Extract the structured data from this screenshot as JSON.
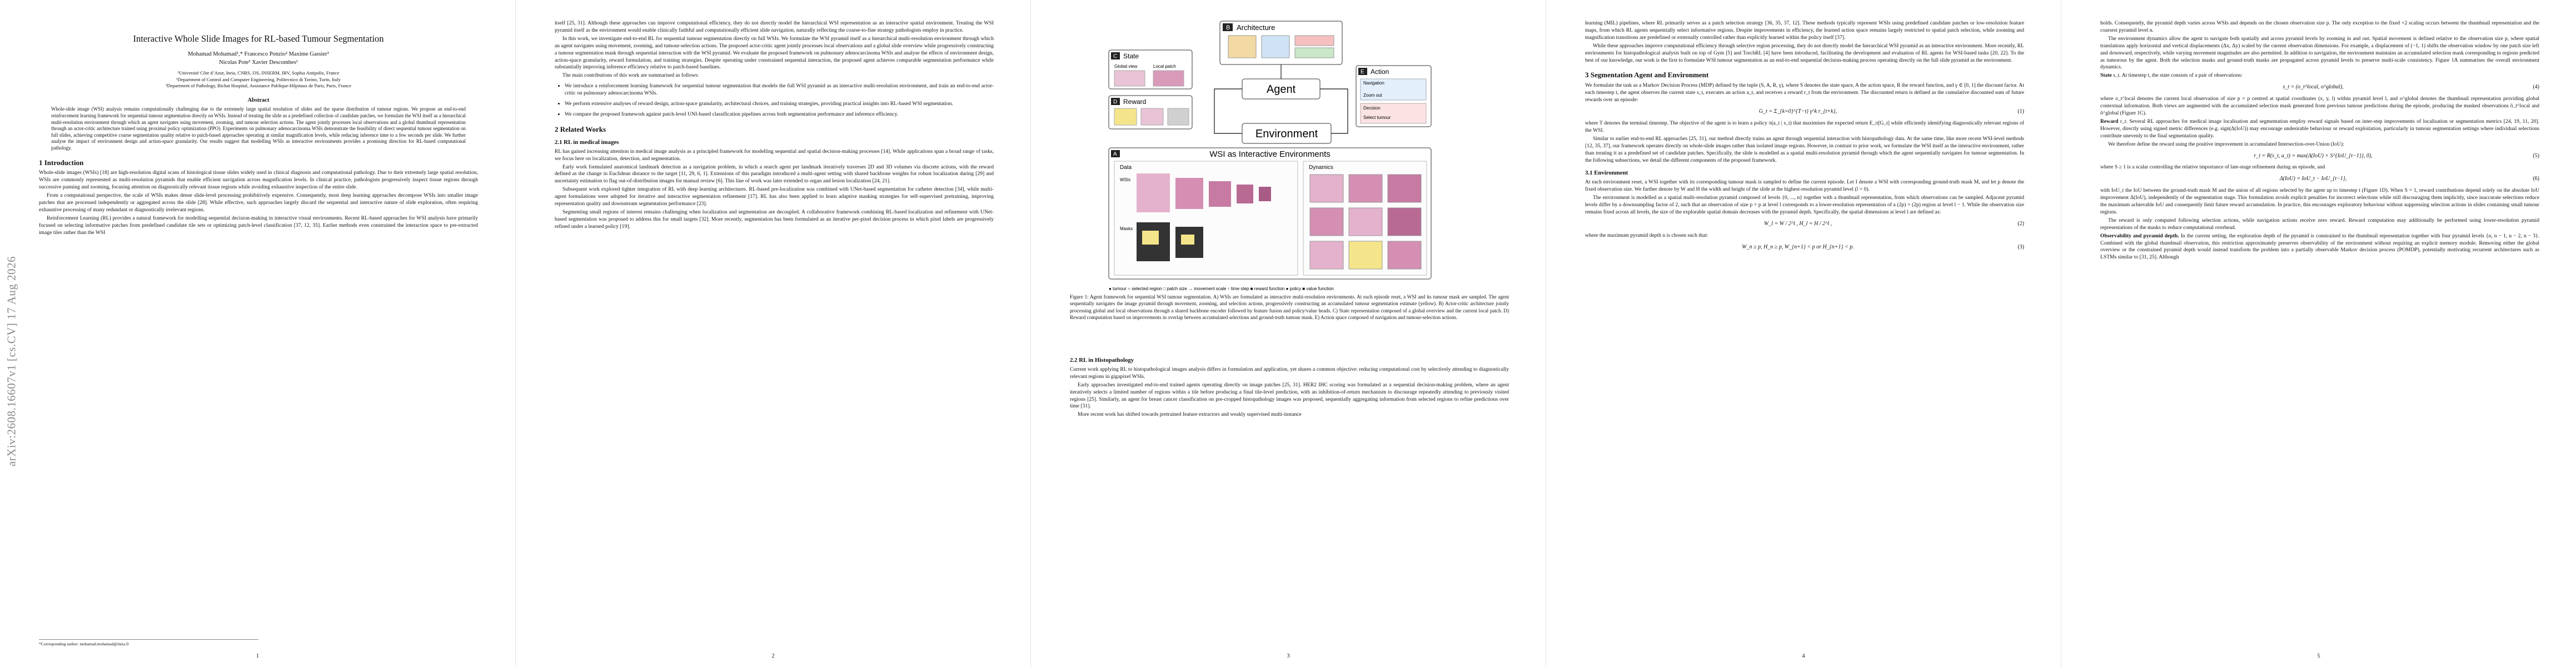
{
  "arxiv_id": "arXiv:2608.16607v1  [cs.CV]  17 Aug 2026",
  "paper": {
    "title": "Interactive Whole Slide Images for RL-based Tumour Segmentation",
    "authors_line1": "Mohamad Mohamad¹,*      Francesco Ponzio²      Maxime Gassier³",
    "authors_line2": "Nicolas Pote³      Xavier Descombes¹",
    "affil1": "¹Université Côte d’Azur, Inria, CNRS, I3S, INSERM, IBV, Sophia Antipolis, France",
    "affil2": "²Department of Control and Computer Engineering, Politecnico di Torino, Turin, Italy",
    "affil3": "³Department of Pathology, Bichat Hospital, Assistance Publique-Hôpitaux de Paris, Paris, France",
    "abstract_heading": "Abstract",
    "abstract": "Whole-slide image (WSI) analysis remains computationally challenging due to the extremely large spatial resolution of slides and the sparse distribution of tumour regions. We propose an end-to-end reinforcement learning framework for sequential tumour segmentation directly on WSIs. Instead of treating the slide as a predefined collection of candidate patches, we formulate the WSI itself as a hierarchical multi-resolution environment through which an agent navigates using movement, zooming, and tumour selection actions. The agent jointly processes local observations and a global thumbnail representation through an actor-critic architecture trained using proximal policy optimization (PPO). Experiments on pulmonary adenocarcinoma WSIs demonstrate the feasibility of direct sequential tumour segmentation on full slides, achieving competitive coarse segmentation quality relative to patch-based approaches operating at similar magnification levels, while reducing inference time to a few seconds per slide. We further analyse the impact of environment design and action-space granularity. Our results suggest that modelling WSIs as interactive environments provides a promising direction for RL-based computational pathology.",
    "footnote": "*Corresponding author: mohamad.mohamad@inria.fr"
  },
  "pages": [
    "1",
    "2",
    "3",
    "4",
    "5"
  ],
  "p1": {
    "intro_heading": "1   Introduction",
    "intro_p1": "Whole-slide images (WSIs) [18] are high-resolution digital scans of histological tissue slides widely used in clinical diagnosis and computational pathology. Due to their extremely large spatial resolution, WSIs are commonly represented as multi-resolution pyramids that enable efficient navigation across magnification levels. In clinical practice, pathologists progressively inspect tissue regions through successive panning and zooming, focusing attention on diagnostically relevant tissue regions while avoiding exhaustive inspection of the entire slide.",
    "intro_p2": "From a computational perspective, the scale of WSIs makes dense slide-level processing prohibitively expensive. Consequently, most deep learning approaches decompose WSIs into smaller image patches that are processed independently or aggregated across the slide [28]. While effective, such approaches largely discard the sequential and interactive nature of slide exploration, often requiring exhaustive processing of many redundant or diagnostically irrelevant regions.",
    "intro_p3": "Reinforcement Learning (RL) provides a natural framework for modelling sequential decision-making in interactive visual environments. Recent RL-based approaches for WSI analysis have primarily focused on selecting informative patches from predefined candidate tile sets or optimizing patch-level classification [37, 12, 35]. Earlier methods even constrained the interaction space to pre-extracted image tiles rather than the WSI"
  },
  "p2": {
    "para1": "itself [25, 31]. Although these approaches can improve computational efficiency, they do not directly model the hierarchical WSI representation as an interactive spatial environment. Treating the WSI pyramid itself as the environment would enable clinically faithful and computationally efficient slide navigation, naturally reflecting the coarse-to-fine strategy pathologists employ in practice.",
    "para2": "In this work, we investigate end-to-end RL for sequential tumour segmentation directly on full WSIs. We formulate the WSI pyramid itself as a hierarchical multi-resolution environment through which an agent navigates using movement, zooming, and tumour-selection actions. The proposed actor-critic agent jointly processes local observations and a global slide overview while progressively constructing a tumour segmentation mask through sequential interaction with the WSI pyramid. We evaluate the proposed framework on pulmonary adenocarcinoma WSIs and analyse the effects of environment design, action-space granularity, reward formulation, and training strategies. Despite operating under constrained sequential interaction, the proposed agent achieves comparable segmentation performance while substantially improving inference efficiency relative to patch-based baselines.",
    "para3": "The main contributions of this work are summarised as follows:",
    "bullets": [
      "We introduce a reinforcement learning framework for sequential tumour segmentation that models the full WSI pyramid as an interactive multi-resolution environment, and train an end-to-end actor-critic on pulmonary adenocarcinoma WSIs.",
      "We perform extensive analyses of reward design, action-space granularity, architectural choices, and training strategies, providing practical insights into RL-based WSI segmentation.",
      "We compare the proposed framework against patch-level UNI-based classification pipelines across both segmentation performance and inference efficiency."
    ],
    "rw_heading": "2   Related Works",
    "rw_sub": "2.1   RL in medical images",
    "rw_p1": "RL has gained increasing attention in medical image analysis as a principled framework for modelling sequential and spatial decision-making processes [14]. While applications span a broad range of tasks, we focus here on localization, detection, and segmentation.",
    "rw_p2": "Early work formulated anatomical landmark detection as a navigation problem, in which a search agent per landmark iteratively traverses 2D and 3D volumes via discrete actions, with the reward defined as the change in Euclidean distance to the target [11, 29, 6, 1]. Extensions of this paradigm introduced a multi-agent setting with shared backbone weights for robust localization during [29] and uncertainty estimation to flag out-of-distribution images for manual review [6]. This line of work was later extended to organ and lesion localization [24, 21].",
    "rw_p3": "Subsequent work explored tighter integration of RL with deep learning architectures. RL-based pre-localization was combined with UNet-based segmentation for catheter detection [34], while multi-agent formulations were adopted for iterative and interactive segmentation refinement [17]. RL has also been applied to learn adaptive masking strategies for self-supervised pretraining, improving representation quality and downstream segmentation performance [23].",
    "rw_p4": "Segmenting small regions of interest remains challenging when localization and segmentation are decoupled. A collaborative framework combining RL-based localization and refinement with UNet-based segmentation was proposed to address this for small targets [32]. More recently, segmentation has been formulated as an iterative per-pixel decision process in which pixel labels are progressively refined under a learned policy [19]."
  },
  "figure": {
    "architecture": "Architecture",
    "state": "State",
    "global_view": "Global view",
    "local_patch": "Local patch",
    "reward": "Reward",
    "agent": "Agent",
    "action": "Action",
    "navigation": "Navigation",
    "zoom_out": "Zoom out",
    "decision": "Decision",
    "select_tumour": "Select tumour",
    "environment": "Environment",
    "wsi_env": "WSI as Interactive Environments",
    "data": "Data",
    "dynamics": "Dynamics",
    "wsis": "WSIs",
    "masks": "Masks",
    "legend": "● tumour   ○ selected region   □ patch size   → movement scale   ↑ time step   ■ reward function   ● policy   ■ value function",
    "caption": "Figure 1: Agent framework for sequential WSI tumour segmentation. A) WSIs are formulated as interactive multi-resolution environments. At each episode reset, a WSI and its tumour mask are sampled. The agent sequentially navigates the image pyramid through movement, zooming, and selection actions, progressively constructing an accumulated tumour segmentation estimate (yellow). B) Actor-critic architecture jointly processing global and local observations through a shared backbone encoder followed by feature fusion and policy/value heads. C) State representation composed of a global overview and the current local patch. D) Reward computation based on improvements in overlap between accumulated selections and ground-truth tumour mask. E) Action space composed of navigation and tumour-selection actions."
  },
  "p3": {
    "sub22": "2.2   RL in Histopathology",
    "p1": "Current work applying RL to histopathological images analysis differs in formulation and application, yet shares a common objective: reducing computational cost by selectively attending to diagnostically relevant regions in gigapixel WSIs.",
    "p2": "Early approaches investigated end-to-end trained agents operating directly on image patches [25, 31]. HER2 IHC scoring was formulated as a sequential decision-making problem, where an agent iteratively selects a limited number of regions within a tile before producing a final tile-level prediction, with an inhibition-of-return mechanism to discourage repeatedly attending to previously visited regions [25]. Similarly, an agent for breast cancer classification on pre-cropped histopathology images was proposed, sequentially aggregating information from selected regions to refine predictions over time [31].",
    "p3": "More recent work has shifted towards pretrained feature extractors and weakly supervised multi-instance"
  },
  "p4": {
    "p1": "learning (MIL) pipelines, where RL primarily serves as a patch selection strategy [36, 35, 37, 12]. These methods typically represent WSIs using predefined candidate patches or low-resolution feature maps, from which RL agents sequentially select informative regions. Despite improvements in efficiency, the learned action space remains largely restricted to spatial patch selection, while zooming and magnification transitions are predefined or externally controlled rather than explicitly learned within the policy itself [37].",
    "p2": "While these approaches improve computational efficiency through selective region processing, they do not directly model the hierarchical WSI pyramid as an interactive environment. More recently, RL environments for histopathological analysis built on top of Gym [5] and TorchRL [4] have been introduced, facilitating the development and evaluation of RL agents for WSI-based tasks [20, 22]. To the best of our knowledge, our work is the first to formulate WSI tumour segmentation as an end-to-end sequential decision-making process operating directly on the full slide pyramid as the environment.",
    "h3": "3   Segmentation Agent and Environment",
    "p3": "We formulate the task as a Markov Decision Process (MDP) defined by the tuple (S, A, R, γ), where S denotes the state space, A the action space, R the reward function, and γ ∈ [0, 1] the discount factor. At each timestep t, the agent observes the current state s_t, executes an action a_t, and receives a reward r_t from the environment. The discounted return is defined as the cumulative discounted sum of future rewards over an episode:",
    "eq1": "G_t = Σ_{k=0}^{T−t} γ^k r_{t+k},",
    "eq1_n": "(1)",
    "p4": "where T denotes the terminal timestep. The objective of the agent is to learn a policy π(a_t | s_t) that maximises the expected return E_π[G_t] while efficiently identifying diagnostically relevant regions of the WSI.",
    "p5": "Similar to earlier end-to-end RL approaches [25, 31], our method directly trains an agent through sequential interaction with histopathology data. At the same time, like more recent WSI-level methods [12, 35, 37], our framework operates directly on whole-slide images rather than isolated image regions. However, in contrast to prior work, we formulate the WSI itself as the interactive environment, rather than treating it as a predefined set of candidate patches. Specifically, the slide is modelled as a spatial multi-resolution pyramid through which the agent sequentially navigates for tumour segmentation. In the following subsections, we detail the different components of the proposed framework.",
    "sub31": "3.1   Environment",
    "p6": "At each environment reset, a WSI together with its corresponding tumour mask is sampled to define the current episode. Let I denote a WSI with corresponding ground-truth mask M, and let p denote the fixed observation size. We further denote by W and H the width and height of the slide at the highest-resolution pyramid level (l = 0).",
    "p7": "The environment is modelled as a spatial multi-resolution pyramid composed of levels {0, ..., n} together with a thumbnail representation, from which observations can be sampled. Adjacent pyramid levels differ by a downsampling factor of 2, such that an observation of size p × p at level l corresponds to a lower-resolution representation of a (2p) × (2p) region at level l − 1. While the observation size remains fixed across all levels, the size of the explorable spatial domain decreases with the pyramid depth. Specifically, the spatial dimensions at level l are defined as:",
    "eq2": "W_l = W / 2^l ,    H_l = H / 2^l ,",
    "eq2_n": "(2)",
    "p8": "where the maximum pyramid depth n is chosen such that:",
    "eq3": "W_n ≥ p,   H_n ≥ p,        W_{n+1} < p  or  H_{n+1} < p.",
    "eq3_n": "(3)"
  },
  "p5": {
    "p1": "holds. Consequently, the pyramid depth varies across WSIs and depends on the chosen observation size p. The only exception to the fixed ×2 scaling occurs between the thumbnail representation and the coarsest pyramid level n.",
    "p2": "The environment dynamics allow the agent to navigate both spatially and across pyramid levels by zooming in and out. Spatial movement is defined relative to the observation size p, where spatial translations apply horizontal and vertical displacements (Δx, Δy) scaled by the current observation dimensions. For example, a displacement of (−1, 1) shifts the observation window by one patch size left and downward, respectively, while varying movement magnitudes are also permitted. In addition to navigation, the environment maintains an accumulated selection mask corresponding to regions predicted as tumorous by the agent. Both the selection masks and ground-truth masks are propagated across pyramid levels to preserve multi-scale consistency. Figure 1A summarises the overall environment dynamics.",
    "state_lead": "State",
    "state_txt": "s_t. At timestep t, the state consists of a pair of observations:",
    "eq4": "s_t = (o_t^local, o^global),",
    "eq4_n": "(4)",
    "p3": "where o_t^local denotes the current local observation of size p × p centred at spatial coordinates (x, y, l) within pyramid level l, and o^global denotes the thumbnail representation providing global contextual information. Both views are augmented with the accumulated selection mask generated from previous tumour predictions during the episode, producing the masked observations õ_t^local and õ^global (Figure 1C).",
    "reward_lead": "Reward",
    "reward_txt": "r_t. Several RL approaches for medical image localisation and segmentation employ reward signals based on inter-step improvements of localisation or segmentation metrics [24, 19, 11, 20]. However, directly using signed metric differences (e.g. sign(Δ(IoU)) may encourage undesirable behaviour or reward exploitation, particularly in tumour segmentation settings where individual selections contribute unevenly to the final segmentation quality.",
    "p4": "We therefore define the reward using the positive improvement in accumulated Intersection-over-Union (IoU):",
    "eq5": "r_t = R(s_t, a_t) = max(Δ(IoU) × S^{IoU_{t−1}}, 0),",
    "eq5_n": "(5)",
    "p5": "where S ≥ 1 is a scalar controlling the relative importance of late-stage refinement during an episode, and",
    "eq6": "Δ(IoU) = IoU_t − IoU_{t−1},",
    "eq6_n": "(6)",
    "p6": "with IoU_t the IoU between the ground-truth mask M and the union of all regions selected by the agent up to timestep t (Figure 1D). When S = 1, reward contributions depend solely on the absolute IoU improvement Δ(IoU), independently of the segmentation stage. This formulation avoids explicit penalties for incorrect selections while still discouraging them implicitly, since inaccurate selections reduce the maximum achievable IoU and consequently limit future reward accumulation. In practice, this encourages exploratory behaviour without suppressing selection actions in slides containing small tumour regions.",
    "p7": "The reward is only computed following selection actions, while navigation actions receive zero reward. Reward computation may additionally be performed using lower-resolution pyramid representations of the masks to reduce computational overhead.",
    "obs_lead": "Observability and pyramid depth.",
    "obs_txt": "In the current setting, the exploration depth of the pyramid is constrained to the thumbnail representation together with four pyramid levels {n, n − 1, n − 2, n − 3}. Combined with the global thumbnail observation, this restriction approximately preserves observability of the environment without requiring an explicit memory module. Removing either the global overview or the constrained pyramid depth would instead transform the problem into a partially observable Markov decision process (POMDP), potentially motivating recurrent architectures such as LSTMs similar to [31, 25]. Although"
  }
}
